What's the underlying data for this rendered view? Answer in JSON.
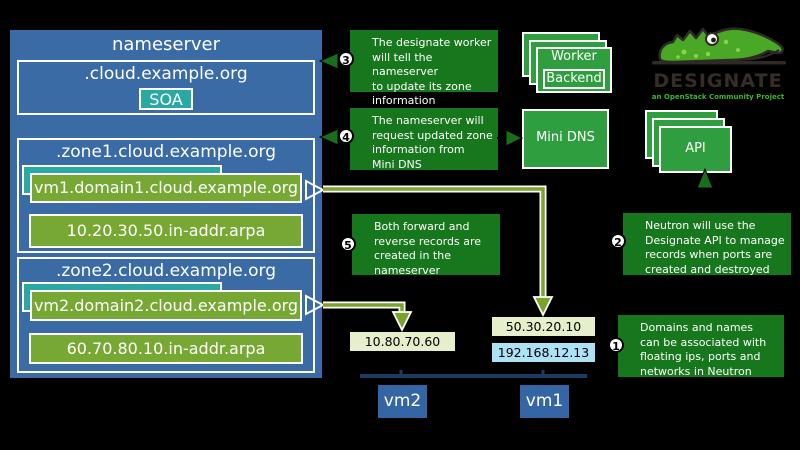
{
  "title": "Designate DNS architecture diagram",
  "colors": {
    "background": "#000000",
    "nameserver_blue": "#3a6ba5",
    "teal": "#2aa8a4",
    "record_green": "#77a834",
    "step_green": "#17771d",
    "component_green": "#2f9e3e",
    "arrow_olive": "#79a32b",
    "arrow_dark_green": "#1a6e1a",
    "ip_pale_green": "#e6efcc",
    "ip_light_blue": "#ade1f5",
    "vm_blue": "#3465a4",
    "network_navy": "#1b3c60"
  },
  "nameserver": {
    "title": "nameserver",
    "root_zone": {
      "label": ".cloud.example.org",
      "badge": "SOA"
    },
    "zones": [
      {
        "label": ".zone1.cloud.example.org",
        "forward_record": "vm1.domain1.cloud.example.org",
        "reverse_record": "10.20.30.50.in-addr.arpa"
      },
      {
        "label": ".zone2.cloud.example.org",
        "forward_record": "vm2.domain2.cloud.example.org",
        "reverse_record": "60.70.80.10.in-addr.arpa"
      }
    ]
  },
  "steps": [
    {
      "num": "1",
      "text": "Domains and names\ncan be associated with\nfloating ips, ports and\nnetworks in Neutron"
    },
    {
      "num": "2",
      "text": "Neutron will use the\nDesignate API to manage\nrecords when ports are\ncreated and destroyed"
    },
    {
      "num": "3",
      "text": "The designate worker\nwill tell the nameserver\nto update its zone\ninformation"
    },
    {
      "num": "4",
      "text": "The nameserver will\nrequest updated zone\ninformation from\nMini DNS"
    },
    {
      "num": "5",
      "text": "Both forward and\nreverse records are\ncreated in the\nnameserver"
    }
  ],
  "components": {
    "worker": {
      "label": "Worker",
      "backend": "Backend"
    },
    "mini_dns": {
      "label": "Mini DNS"
    },
    "api": {
      "label": "API"
    }
  },
  "logo": {
    "title": "DESIGNATE",
    "subtitle": "an OpenStack Community Project"
  },
  "network": {
    "ips": {
      "vm2_float": "10.80.70.60",
      "vm1_float": "50.30.20.10",
      "vm1_fixed": "192.168.12.13"
    },
    "vm_left": "vm2",
    "vm_right": "vm1"
  }
}
